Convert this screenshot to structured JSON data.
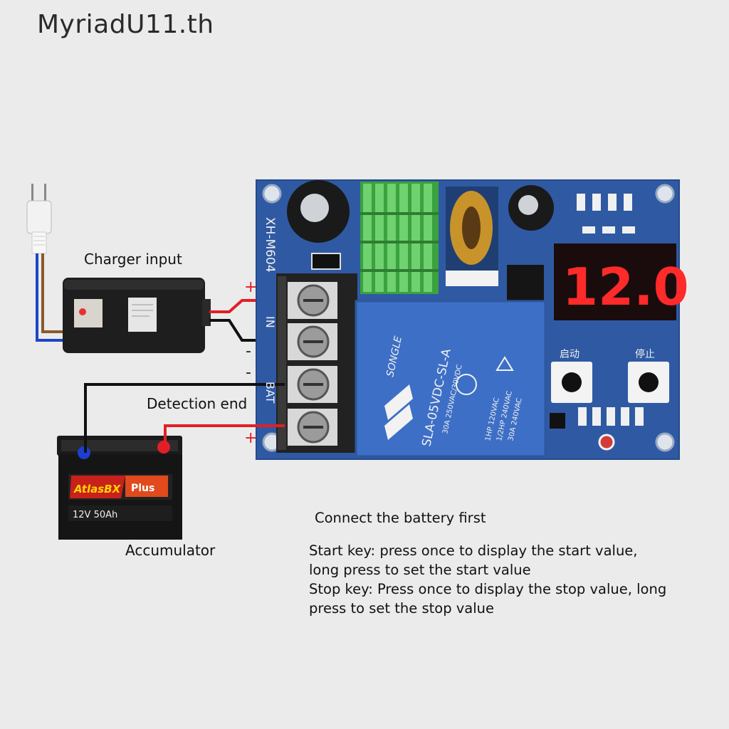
{
  "watermark": "MyriadU11.th",
  "labels": {
    "charger_input": "Charger input",
    "detection_end": "Detection end",
    "accumulator": "Accumulator"
  },
  "notes": {
    "first": "Connect the battery first",
    "start_line1": "Start key: press once to display the start value,",
    "start_line2": "long press to set the start value",
    "stop_line1": "Stop key: Press once to display the stop value, long",
    "stop_line2": "press to set the stop value"
  },
  "board": {
    "model": "XH-M604",
    "terminal_in": "IN",
    "terminal_bat": "BAT",
    "display_value": "12.0",
    "start_key": "启动",
    "stop_key": "停止",
    "relay_brand": "SONGLE",
    "relay_model": "SLA-05VDC-SL-A",
    "relay_rating1": "30A 250VAC/30VDC",
    "relay_rating2": "1HP 120VAC",
    "relay_rating3": "1/2HP 240VAC",
    "relay_rating4": "30A 240VAC"
  },
  "battery": {
    "brand": "AtlasBX",
    "brand2": "Plus",
    "spec": "12V 50Ah"
  },
  "wire_marks": {
    "plus_top": "+",
    "minus_top": "-",
    "minus_bottom": "-",
    "plus_bottom": "+"
  },
  "colors": {
    "board": "#2f5aa3",
    "relay": "#3d6fc6",
    "display_bg": "#1a0c0c",
    "display_digits": "#ff2a2a",
    "heatsink": "#4cb84f",
    "wire_red": "#e21f26",
    "wire_black": "#111111",
    "wire_blue": "#1b45c8",
    "wire_brown": "#8a5a2b"
  }
}
